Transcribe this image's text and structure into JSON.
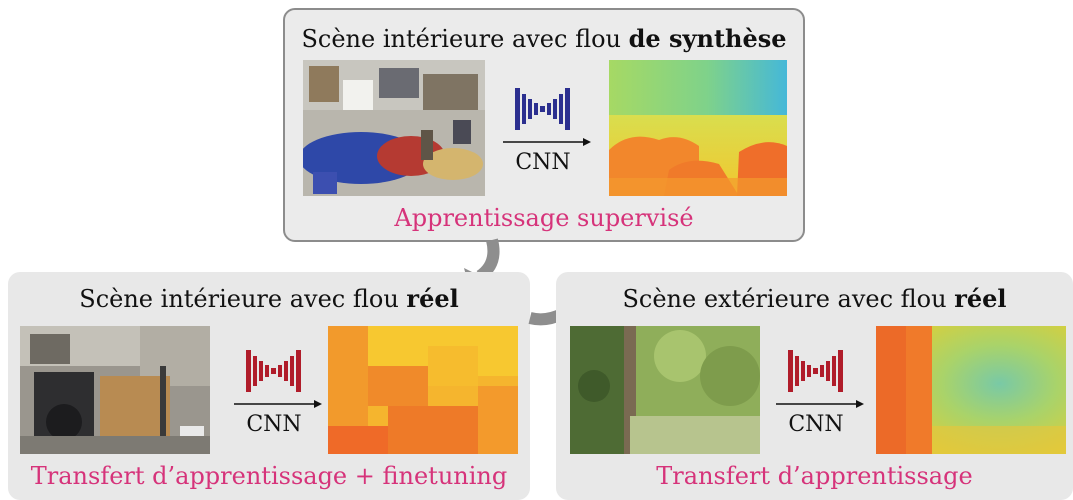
{
  "top_panel": {
    "title_plain": "Scène intérieure avec flou ",
    "title_bold": "de synthèse",
    "caption": "Apprentissage supervisé",
    "net_label": "CNN",
    "net_color": "#2b2f8f"
  },
  "left_panel": {
    "title_plain": "Scène intérieure avec flou ",
    "title_bold": "réel",
    "caption": "Transfert d’apprentissage + finetuning",
    "net_label": "CNN",
    "net_color": "#b01c2a"
  },
  "right_panel": {
    "title_plain": "Scène extérieure avec flou ",
    "title_bold": "réel",
    "caption": "Transfert d’apprentissage",
    "net_label": "CNN",
    "net_color": "#b01c2a"
  },
  "colors": {
    "caption": "#d6337a",
    "panel_bg": "#ebebeb",
    "arrow": "#8e8e8e"
  }
}
